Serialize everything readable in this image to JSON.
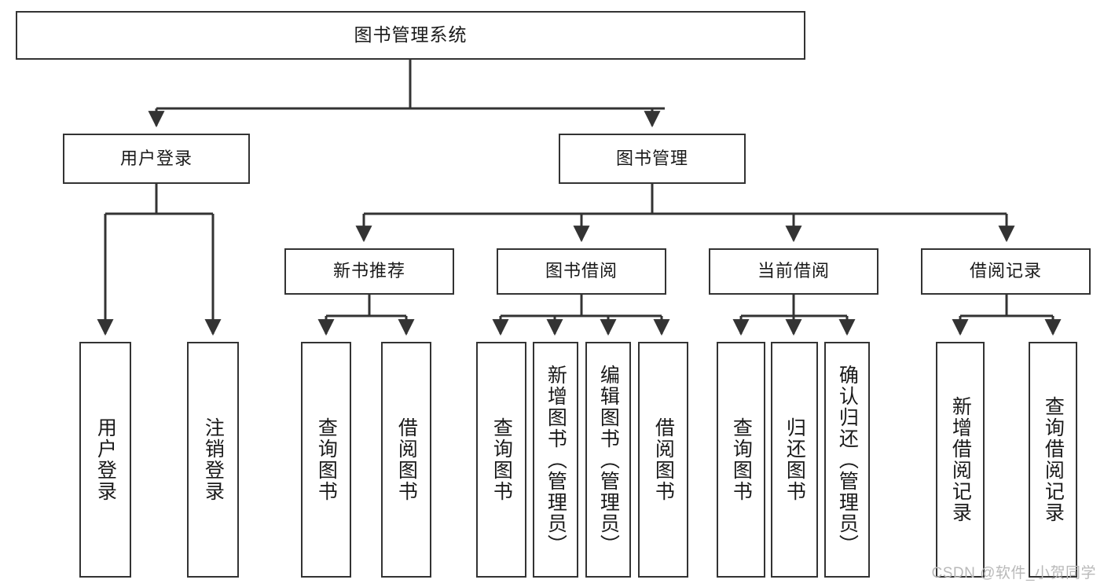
{
  "diagram": {
    "title": "图书管理系统",
    "type": "hierarchy-tree",
    "root": {
      "id": "root",
      "label": "图书管理系统"
    },
    "level2": [
      {
        "id": "user-login",
        "label": "用户登录"
      },
      {
        "id": "book-management",
        "label": "图书管理"
      }
    ],
    "level3": [
      {
        "id": "new-book-recommend",
        "label": "新书推荐",
        "parent": "book-management"
      },
      {
        "id": "book-borrow",
        "label": "图书借阅",
        "parent": "book-management"
      },
      {
        "id": "current-borrow",
        "label": "当前借阅",
        "parent": "book-management"
      },
      {
        "id": "borrow-record",
        "label": "借阅记录",
        "parent": "book-management"
      }
    ],
    "leaves": [
      {
        "id": "leaf-user-login",
        "label": "用户登录",
        "parent": "user-login"
      },
      {
        "id": "leaf-user-logout",
        "label": "注销登录",
        "parent": "user-login"
      },
      {
        "id": "leaf-query-book-1",
        "label": "查询图书",
        "parent": "new-book-recommend"
      },
      {
        "id": "leaf-borrow-book-1",
        "label": "借阅图书",
        "parent": "new-book-recommend"
      },
      {
        "id": "leaf-query-book-2",
        "label": "查询图书",
        "parent": "book-borrow"
      },
      {
        "id": "leaf-add-book",
        "label": "新增图书（管理员）",
        "parent": "book-borrow"
      },
      {
        "id": "leaf-edit-book",
        "label": "编辑图书（管理员）",
        "parent": "book-borrow"
      },
      {
        "id": "leaf-borrow-book-2",
        "label": "借阅图书",
        "parent": "book-borrow"
      },
      {
        "id": "leaf-query-book-3",
        "label": "查询图书",
        "parent": "current-borrow"
      },
      {
        "id": "leaf-return-book",
        "label": "归还图书",
        "parent": "current-borrow"
      },
      {
        "id": "leaf-confirm-return",
        "label": "确认归还（管理员）",
        "parent": "current-borrow"
      },
      {
        "id": "leaf-add-record",
        "label": "新增借阅记录",
        "parent": "borrow-record"
      },
      {
        "id": "leaf-query-record",
        "label": "查询借阅记录",
        "parent": "borrow-record"
      }
    ]
  },
  "watermark": {
    "text": "CSDN @软件_小贺同学"
  },
  "colors": {
    "stroke": "#333333",
    "background": "#ffffff",
    "text": "#1a1a1a",
    "watermark": "#b9b9b9"
  }
}
